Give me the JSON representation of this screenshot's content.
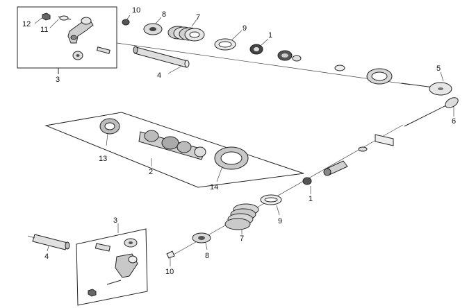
{
  "diagram": {
    "callouts": {
      "p1_top": "1",
      "p1_bottom": "1",
      "p2": "2",
      "p3_top": "3",
      "p3_bottom": "3",
      "p4_top": "4",
      "p4_bottom": "4",
      "p5": "5",
      "p6": "6",
      "p7_top": "7",
      "p7_bottom": "7",
      "p8_top": "8",
      "p8_bottom": "8",
      "p9_top": "9",
      "p9_bottom": "9",
      "p10_top": "10",
      "p10_bottom": "10",
      "p11": "11",
      "p12": "12",
      "p13": "13",
      "p14": "14"
    },
    "colors": {
      "line": "#222222",
      "part_fill": "#d9d9d9",
      "part_dark": "#555555",
      "background": "#ffffff"
    }
  }
}
